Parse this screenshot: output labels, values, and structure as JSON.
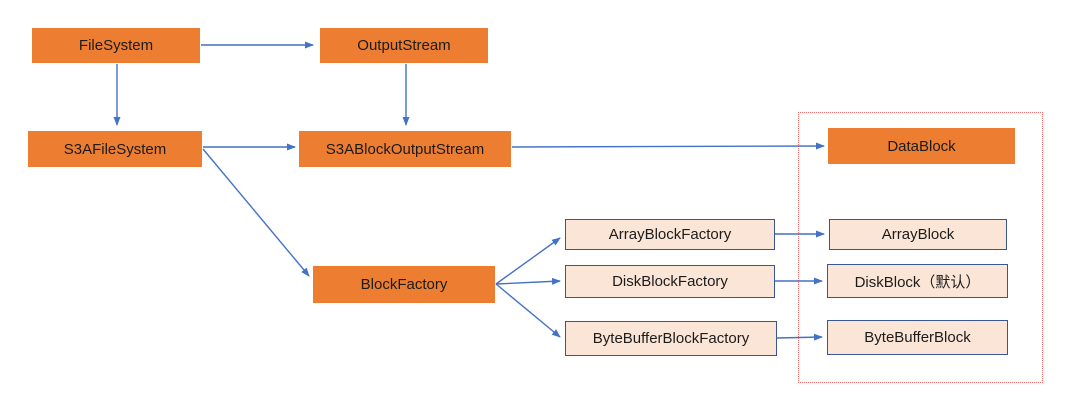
{
  "colors": {
    "background": "#FFFFFF",
    "node-orange": "#ED7D31",
    "node-peach": "#FBE5D6",
    "node-border": "#3A5795",
    "arrow-blue": "#4472C4",
    "group-red": "#F26D6D",
    "text-color": "#1C1C1C"
  },
  "nodes": {
    "filesystem": {
      "label": "FileSystem",
      "style": "orange-solid"
    },
    "outputstream": {
      "label": "OutputStream",
      "style": "orange-solid"
    },
    "s3afilesystem": {
      "label": "S3AFileSystem",
      "style": "orange-solid"
    },
    "s3ablockoutputstream": {
      "label": "S3ABlockOutputStream",
      "style": "orange-solid"
    },
    "datablock": {
      "label": "DataBlock",
      "style": "orange-solid"
    },
    "blockfactory": {
      "label": "BlockFactory",
      "style": "orange-solid"
    },
    "arrayblockfactory": {
      "label": "ArrayBlockFactory",
      "style": "peach-outlined"
    },
    "diskblockfactory": {
      "label": "DiskBlockFactory",
      "style": "peach-outlined"
    },
    "bytebufferblockfactory": {
      "label": "ByteBufferBlockFactory",
      "style": "peach-outlined"
    },
    "arrayblock": {
      "label": "ArrayBlock",
      "style": "peach-outlined"
    },
    "diskblock": {
      "label": "DiskBlock（默认）",
      "style": "peach-outlined"
    },
    "bytebufferblock": {
      "label": "ByteBufferBlock",
      "style": "peach-outlined"
    }
  },
  "edges": [
    {
      "from": "FileSystem",
      "to": "OutputStream"
    },
    {
      "from": "FileSystem",
      "to": "S3AFileSystem"
    },
    {
      "from": "OutputStream",
      "to": "S3ABlockOutputStream"
    },
    {
      "from": "S3AFileSystem",
      "to": "S3ABlockOutputStream"
    },
    {
      "from": "S3ABlockOutputStream",
      "to": "DataBlock"
    },
    {
      "from": "S3AFileSystem",
      "to": "BlockFactory"
    },
    {
      "from": "BlockFactory",
      "to": "ArrayBlockFactory"
    },
    {
      "from": "BlockFactory",
      "to": "DiskBlockFactory"
    },
    {
      "from": "BlockFactory",
      "to": "ByteBufferBlockFactory"
    },
    {
      "from": "ArrayBlockFactory",
      "to": "ArrayBlock"
    },
    {
      "from": "DiskBlockFactory",
      "to": "DiskBlock"
    },
    {
      "from": "ByteBufferBlockFactory",
      "to": "ByteBufferBlock"
    }
  ],
  "group": {
    "name": "block-implementations-group",
    "border_style": "red-dotted"
  }
}
